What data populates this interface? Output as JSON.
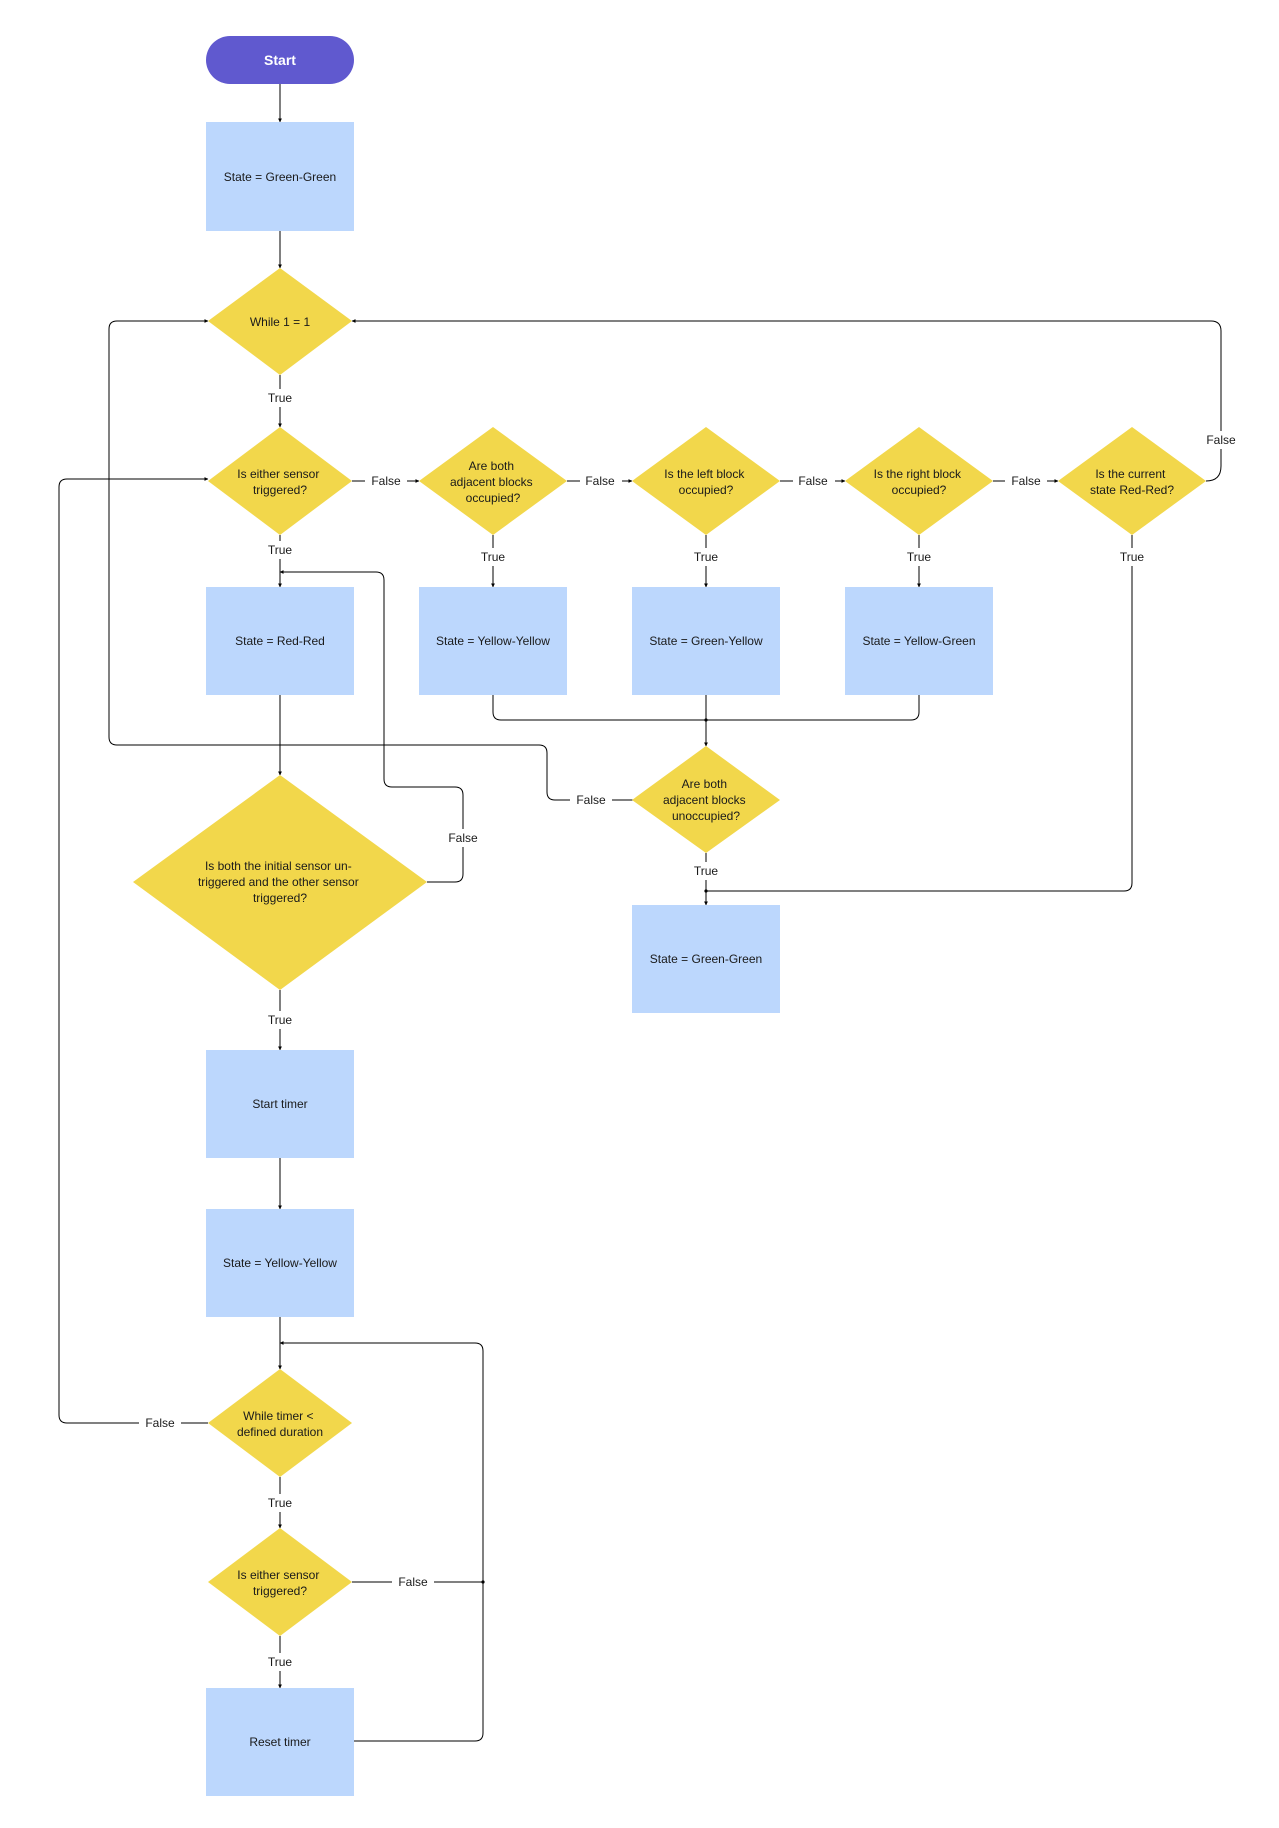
{
  "colors": {
    "start_fill": "#6059cf",
    "process_fill": "#bcd7fd",
    "decision_fill": "#f2d74b",
    "line": "#000000"
  },
  "nodes": {
    "start": "Start",
    "state_green_green_init": "State = Green-Green",
    "while_loop": "While 1 = 1",
    "either_sensor_1": [
      "Is either sensor",
      "triggered?"
    ],
    "both_adjacent_occupied": [
      "Are both",
      "adjacent blocks",
      "occupied?"
    ],
    "left_block_occupied": [
      "Is the left block",
      "occupied?"
    ],
    "right_block_occupied": [
      "Is the right block",
      "occupied?"
    ],
    "state_red_red_check": [
      "Is the current",
      "state Red-Red?"
    ],
    "state_red_red": "State = Red-Red",
    "state_yellow_yellow_a": "State = Yellow-Yellow",
    "state_green_yellow": "State = Green-Yellow",
    "state_yellow_green": "State = Yellow-Green",
    "both_adjacent_unoccupied": [
      "Are both",
      "adjacent blocks",
      "unoccupied?"
    ],
    "state_green_green_b": "State = Green-Green",
    "initial_untriggered": [
      "Is both the initial sensor un-",
      "triggered and the other sensor",
      "triggered?"
    ],
    "start_timer": "Start timer",
    "state_yellow_yellow_b": "State = Yellow-Yellow",
    "while_timer": [
      "While timer <",
      "defined duration"
    ],
    "either_sensor_2": [
      "Is either sensor",
      "triggered?"
    ],
    "reset_timer": "Reset timer"
  },
  "edge_labels": {
    "true": "True",
    "false": "False"
  }
}
